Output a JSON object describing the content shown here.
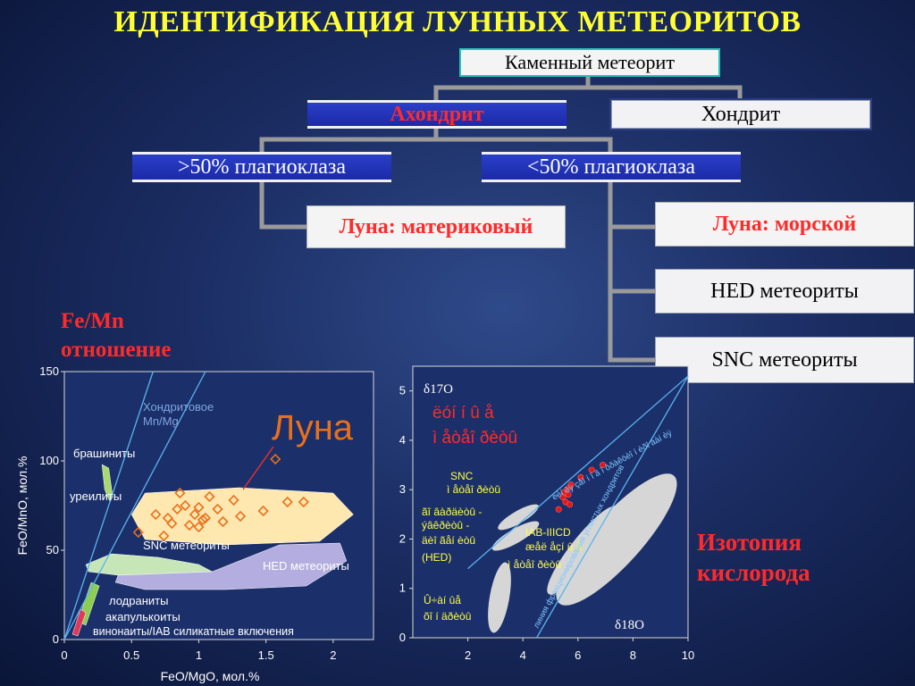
{
  "title": "ИДЕНТИФИКАЦИЯ ЛУННЫХ МЕТЕОРИТОВ",
  "tree": {
    "root": "Каменный метеорит",
    "achondrite": "Ахондрит",
    "chondrite": "Хондрит",
    "gt50": ">50% плагиоклаза",
    "lt50": "<50% плагиоклаза",
    "moon_highland": "Луна: материковый",
    "moon_mare": "Луна: морской",
    "hed": "HED метеориты",
    "snc": "SNC метеориты"
  },
  "side_labels": {
    "femn_line1": "Fe/Mn",
    "femn_line2": "отношение",
    "oxygen_line1": "Изотопия",
    "oxygen_line2": "кислорода"
  },
  "colors": {
    "title": "#ffff33",
    "accent_red": "#ff2a2a",
    "moon_orange": "#e8701a",
    "line_blue": "#5ab4f0"
  },
  "chart_data": [
    {
      "type": "scatter",
      "xlabel": "FeO/MgO, мол.%",
      "ylabel": "FeO/MnO, мол.%",
      "xlim": [
        0,
        2.3
      ],
      "ylim": [
        0,
        150
      ],
      "x_ticks": [
        0,
        0.5,
        1,
        1.5,
        2
      ],
      "x_tick_labels": [
        "0",
        "0.5",
        "1",
        "1.5",
        "2"
      ],
      "y_ticks": [
        0,
        50,
        100,
        150
      ],
      "y_tick_labels": [
        "0",
        "50",
        "100",
        "150"
      ],
      "reference_lines": [
        {
          "name": "Хондритовое Mn/Mg",
          "from": [
            0,
            0
          ],
          "to": [
            0.66,
            150
          ]
        },
        {
          "name": "",
          "from": [
            0,
            0
          ],
          "to": [
            1.05,
            150
          ]
        }
      ],
      "fields": [
        {
          "name": "брашиниты",
          "color": "#a8d870",
          "points": [
            [
              0.28,
              98
            ],
            [
              0.33,
              96
            ],
            [
              0.36,
              80
            ],
            [
              0.34,
              77
            ],
            [
              0.3,
              84
            ]
          ]
        },
        {
          "name": "SNC метеориты",
          "color": "#c6e6b8",
          "points": [
            [
              0.16,
              42
            ],
            [
              0.35,
              48
            ],
            [
              0.7,
              46
            ],
            [
              1.0,
              42
            ],
            [
              1.1,
              38
            ],
            [
              0.9,
              36
            ],
            [
              0.4,
              36
            ],
            [
              0.18,
              38
            ]
          ]
        },
        {
          "name": "HED метеориты",
          "color": "#b4aee0",
          "points": [
            [
              0.4,
              36
            ],
            [
              1.1,
              38
            ],
            [
              1.6,
              53
            ],
            [
              2.05,
              54
            ],
            [
              2.1,
              44
            ],
            [
              1.8,
              30
            ],
            [
              1.2,
              28
            ],
            [
              0.6,
              28
            ],
            [
              0.38,
              32
            ]
          ]
        },
        {
          "name": "Луна",
          "color": "#ffe7b0",
          "points": [
            [
              0.6,
              82
            ],
            [
              1.3,
              85
            ],
            [
              2.0,
              82
            ],
            [
              2.15,
              70
            ],
            [
              1.9,
              55
            ],
            [
              1.2,
              53
            ],
            [
              0.6,
              56
            ],
            [
              0.5,
              70
            ]
          ]
        },
        {
          "name": "лодраниты",
          "color": "#8ccf50",
          "points": [
            [
              0.1,
              10
            ],
            [
              0.2,
              32
            ],
            [
              0.26,
              30
            ],
            [
              0.16,
              8
            ]
          ]
        },
        {
          "name": "акапулькоиты",
          "color": "#e03a5a",
          "points": [
            [
              0.06,
              3
            ],
            [
              0.12,
              17
            ],
            [
              0.16,
              15
            ],
            [
              0.1,
              2
            ]
          ]
        }
      ],
      "moon_points": [
        [
          0.55,
          60
        ],
        [
          0.68,
          70
        ],
        [
          0.74,
          58
        ],
        [
          0.8,
          65
        ],
        [
          0.84,
          73
        ],
        [
          0.86,
          82
        ],
        [
          0.9,
          75
        ],
        [
          0.93,
          64
        ],
        [
          0.97,
          70
        ],
        [
          1.0,
          74
        ],
        [
          1.03,
          67
        ],
        [
          1.08,
          80
        ],
        [
          1.14,
          73
        ],
        [
          1.18,
          66
        ],
        [
          1.26,
          78
        ],
        [
          1.31,
          69
        ],
        [
          1.48,
          72
        ],
        [
          1.57,
          101
        ],
        [
          1.66,
          77
        ],
        [
          1.78,
          77
        ],
        [
          1.0,
          63
        ],
        [
          1.05,
          68
        ],
        [
          0.77,
          68
        ]
      ],
      "labels": {
        "chondritic": [
          "Хондритовое",
          "Mn/Mg"
        ],
        "brachinites": "брашиниты",
        "ureilites": "уреилиты",
        "snc": "SNC метеориты",
        "hed": "HED метеориты",
        "moon": "Луна",
        "lodranites": "лодраниты",
        "acapulcoites": "акапулькоиты",
        "winonaites": "винонаиты/IAB силикатные включения"
      }
    },
    {
      "type": "scatter",
      "xlabel": "δ18O",
      "ylabel": "δ17O",
      "xlim": [
        0,
        10
      ],
      "ylim": [
        0,
        5.5
      ],
      "x_ticks": [
        2,
        4,
        6,
        8,
        10
      ],
      "x_tick_labels": [
        "2",
        "4",
        "6",
        "8",
        "10"
      ],
      "y_ticks": [
        0,
        1,
        2,
        3,
        4,
        5
      ],
      "y_tick_labels": [
        "0",
        "1",
        "2",
        "3",
        "4",
        "5"
      ],
      "reference_lines": [
        {
          "name": "ëèí èÿ çåì í î ã î ôðàêöèî í èðî âàí èÿ",
          "from": [
            2,
            1.4
          ],
          "to": [
            10,
            5.3
          ]
        },
        {
          "name": "линия фракционирования углистых хондритов",
          "from": [
            4.5,
            0
          ],
          "to": [
            10,
            5.3
          ]
        }
      ],
      "moon_points": [
        [
          5.3,
          2.6
        ],
        [
          5.45,
          2.85
        ],
        [
          5.5,
          2.95
        ],
        [
          5.55,
          2.75
        ],
        [
          5.6,
          3.0
        ],
        [
          5.65,
          2.9
        ],
        [
          5.7,
          3.05
        ],
        [
          5.75,
          3.1
        ],
        [
          6.1,
          3.25
        ],
        [
          6.5,
          3.4
        ],
        [
          6.9,
          3.5
        ],
        [
          5.7,
          2.7
        ]
      ],
      "labels": {
        "moon": [
          "ëóí í û å",
          "ì åòåî ðèòû"
        ],
        "snc": [
          "SNC",
          "ì åòåî ðèòû"
        ],
        "hed": [
          "ãî âàðäèòû -",
          "ýâêðèòû -",
          "äèî ãåí èòû",
          "(HED)"
        ],
        "iiicd": [
          "IAB-IIICD",
          "æåë åçí û å",
          "ì åòåî ðèòû"
        ],
        "ordinary": [
          "Û÷àí ûå",
          "õî í äðèòû"
        ]
      }
    }
  ]
}
